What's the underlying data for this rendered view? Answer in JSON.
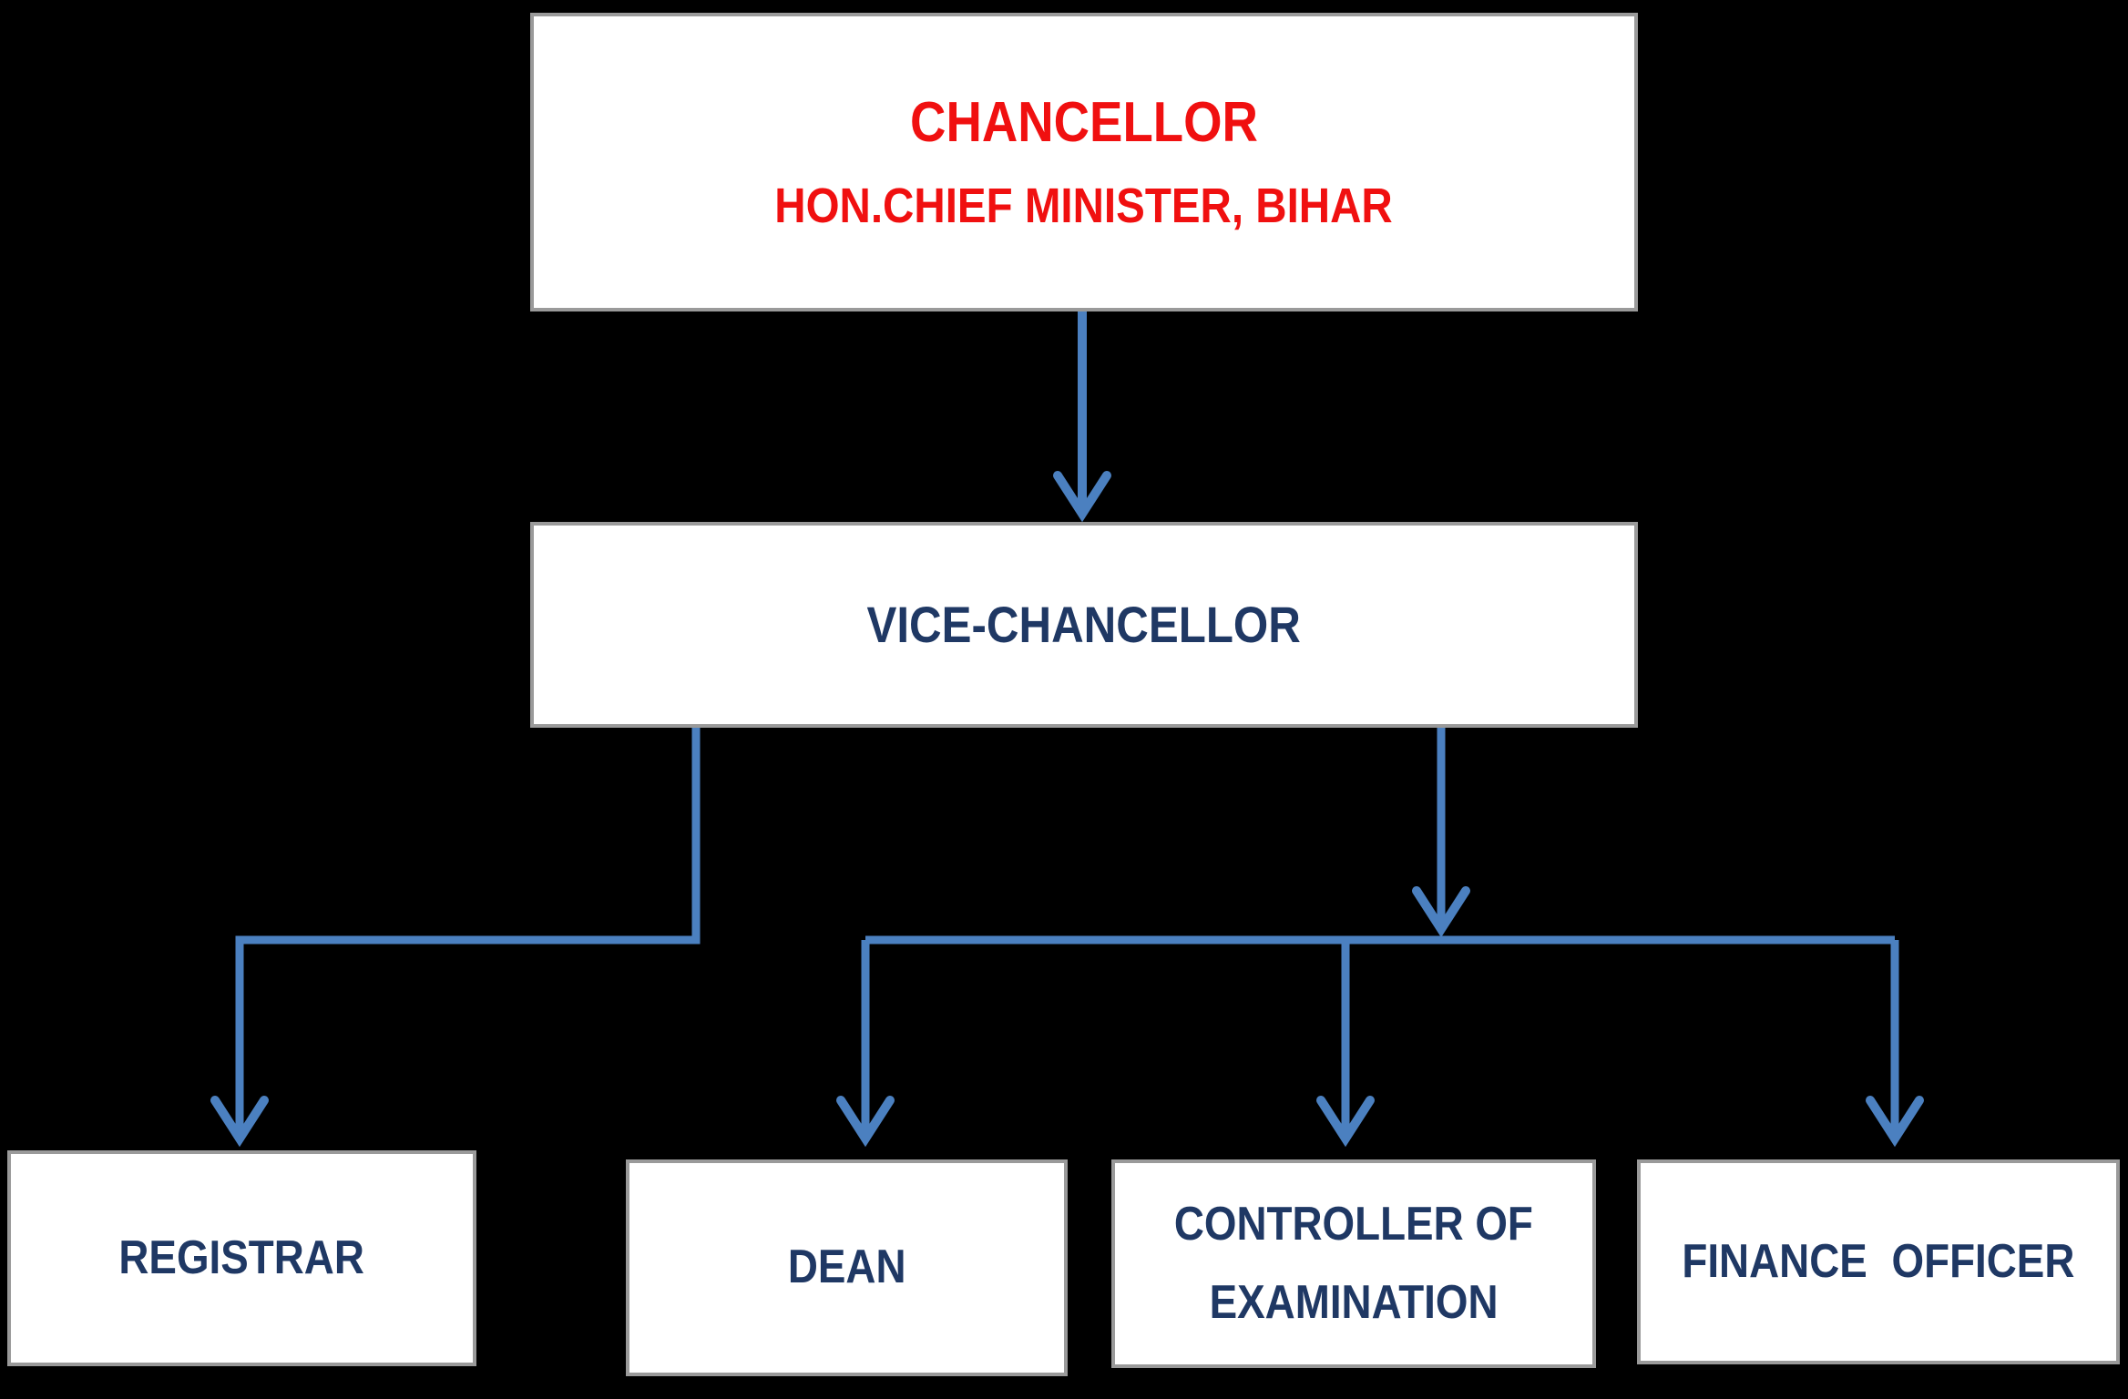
{
  "diagram": {
    "type": "org-chart",
    "nodes": {
      "chancellor": {
        "title": "CHANCELLOR",
        "subtitle": "HON.CHIEF MINISTER, BIHAR"
      },
      "vice_chancellor": {
        "label": "VICE-CHANCELLOR"
      },
      "registrar": {
        "label": "REGISTRAR"
      },
      "dean": {
        "label": "DEAN"
      },
      "controller": {
        "line1": "CONTROLLER OF",
        "line2": "EXAMINATION"
      },
      "finance": {
        "label": "FINANCE OFFICER"
      }
    },
    "edges": [
      {
        "from": "chancellor",
        "to": "vice_chancellor"
      },
      {
        "from": "vice_chancellor",
        "to": "registrar"
      },
      {
        "from": "vice_chancellor",
        "to": "dean"
      },
      {
        "from": "vice_chancellor",
        "to": "controller"
      },
      {
        "from": "vice_chancellor",
        "to": "finance"
      }
    ]
  },
  "colors": {
    "background": "#000000",
    "box_fill": "#ffffff",
    "box_border": "#9a9a9a",
    "chancellor_text": "#f01010",
    "role_text": "#1f3864",
    "connector": "#4b80c0"
  }
}
